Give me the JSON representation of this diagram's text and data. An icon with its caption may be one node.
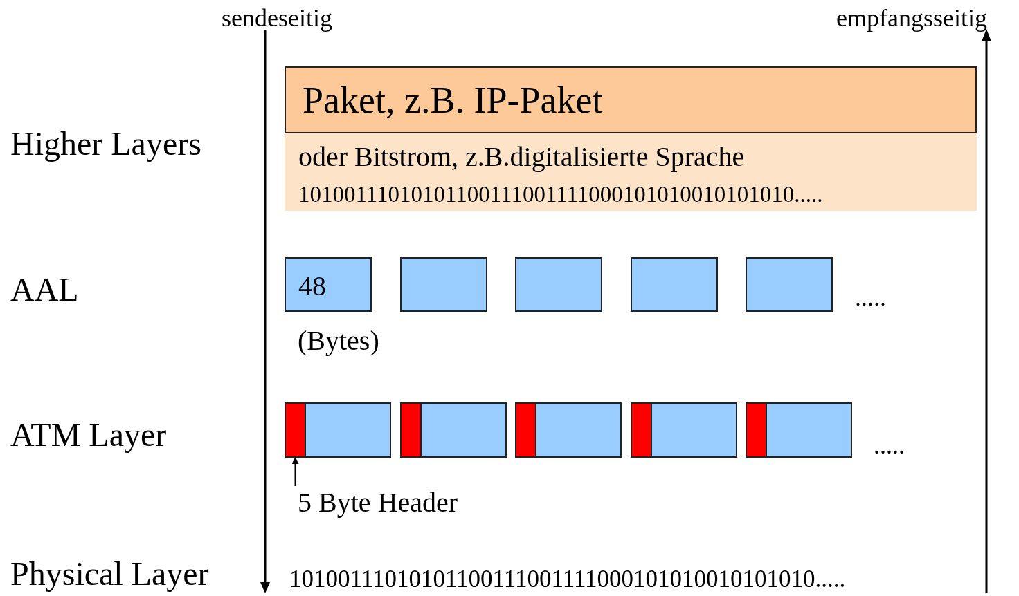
{
  "diagram": {
    "nodes": [
      {
        "text": [
          "Paket, z.B. IP-Paket"
        ]
      },
      {
        "text": [
          "oder Bitstrom, z.B.digitalisierte Sprache",
          "10100111010101100111001111000101010010101010....."
        ]
      },
      {
        "text": [
          "48"
        ],
        "beside": [
          "(Bytes)"
        ]
      },
      {
        "text": [],
        "shape": "box"
      },
      {
        "text": [],
        "shape": "box"
      },
      {
        "text": [],
        "shape": "box"
      },
      {
        "text": [],
        "shape": "box"
      },
      {
        "text": [],
        "shape": "box"
      },
      {
        "text": [],
        "shape": "bar",
        "in": 7
      },
      {
        "text": [],
        "shape": "box"
      },
      {
        "text": [],
        "shape": "bar",
        "in": 9
      },
      {
        "text": [],
        "shape": "box"
      },
      {
        "text": [],
        "shape": "bar",
        "in": 11
      },
      {
        "text": [],
        "shape": "box"
      },
      {
        "text": [],
        "shape": "bar",
        "in": 13
      },
      {
        "text": [],
        "shape": "box"
      },
      {
        "text": [],
        "shape": "bar",
        "in": 15
      },
      {
        "text": [
          "5 Byte Header"
        ]
      }
    ],
    "edges": [
      {
        "from": 17,
        "to": 8,
        "arrow": "to"
      }
    ],
    "labels": [
      "sendeseitig",
      "empfangsseitig",
      "Higher Layers",
      "AAL",
      ".....",
      "ATM Layer",
      ".....",
      "Physical Layer",
      "10100111010101100111001111000101010010101010....."
    ]
  }
}
